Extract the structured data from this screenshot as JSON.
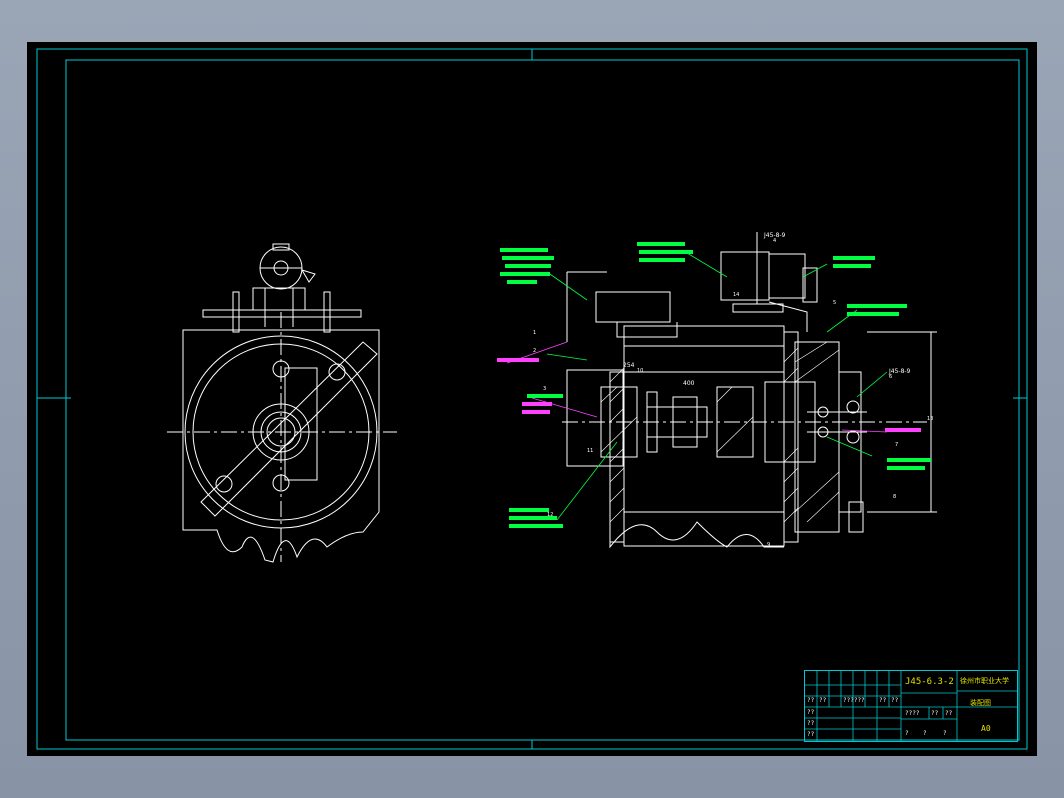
{
  "title_block": {
    "drawing_number": "J45-6.3-2",
    "school": "徐州市职业大学",
    "drawing_name": "装配图",
    "paper_size": "A0",
    "col_marks": [
      "??",
      "??????",
      "??",
      "??"
    ],
    "row_marks": [
      "??",
      "??",
      "??",
      "??"
    ],
    "scale_marks": [
      "????",
      "??",
      "??"
    ],
    "sheet_marks": [
      "?",
      "?",
      "?"
    ]
  },
  "annotations": {
    "top_left_note": "J45-8-9",
    "top_motor_note": "J45-8-9",
    "dim_left": "254",
    "dim_mid": "400",
    "part_numbers": [
      "1",
      "2",
      "3",
      "4",
      "5",
      "6",
      "7",
      "8",
      "9",
      "10",
      "11",
      "12",
      "13",
      "14"
    ]
  },
  "colors": {
    "border": "#00c8d0",
    "lines": "#ffffff",
    "note_green": "#00ff40",
    "note_magenta": "#ff40ff",
    "title_text": "#e0e000"
  }
}
